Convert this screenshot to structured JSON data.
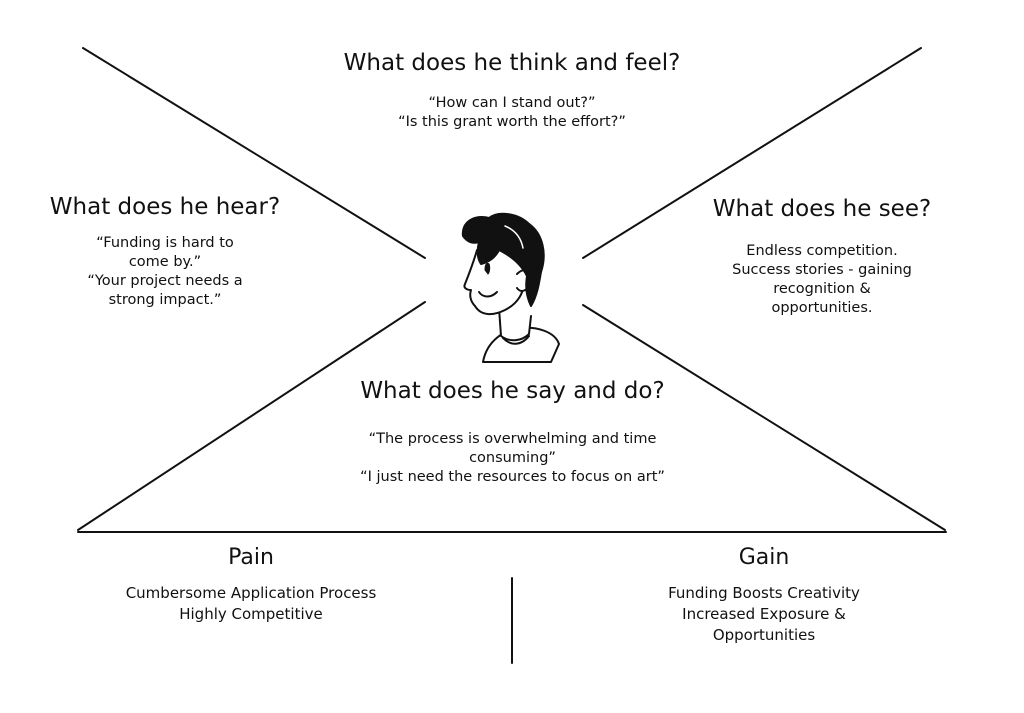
{
  "think_feel": {
    "title": "What does he think and feel?",
    "lines": [
      "“How can I stand out?”",
      "“Is this grant worth the effort?”"
    ]
  },
  "hear": {
    "title": "What does he hear?",
    "lines": [
      "“Funding is hard to come by.”",
      "“Your project needs a strong impact.”"
    ]
  },
  "see": {
    "title": "What does he see?",
    "lines": [
      "Endless competition.",
      "Success stories - gaining recognition & opportunities."
    ]
  },
  "say_do": {
    "title": "What does he say and do?",
    "lines": [
      "“The process is overwhelming and time consuming”",
      "“I just need the resources to focus on art”"
    ]
  },
  "pain": {
    "title": "Pain",
    "lines": [
      "Cumbersome Application Process",
      "Highly Competitive"
    ]
  },
  "gain": {
    "title": "Gain",
    "lines": [
      "Funding Boosts Creativity",
      "Increased Exposure & Opportunities"
    ]
  },
  "avatar_icon": "male-person-illustration-icon",
  "colors": {
    "ink": "#111111",
    "background": "#ffffff"
  }
}
